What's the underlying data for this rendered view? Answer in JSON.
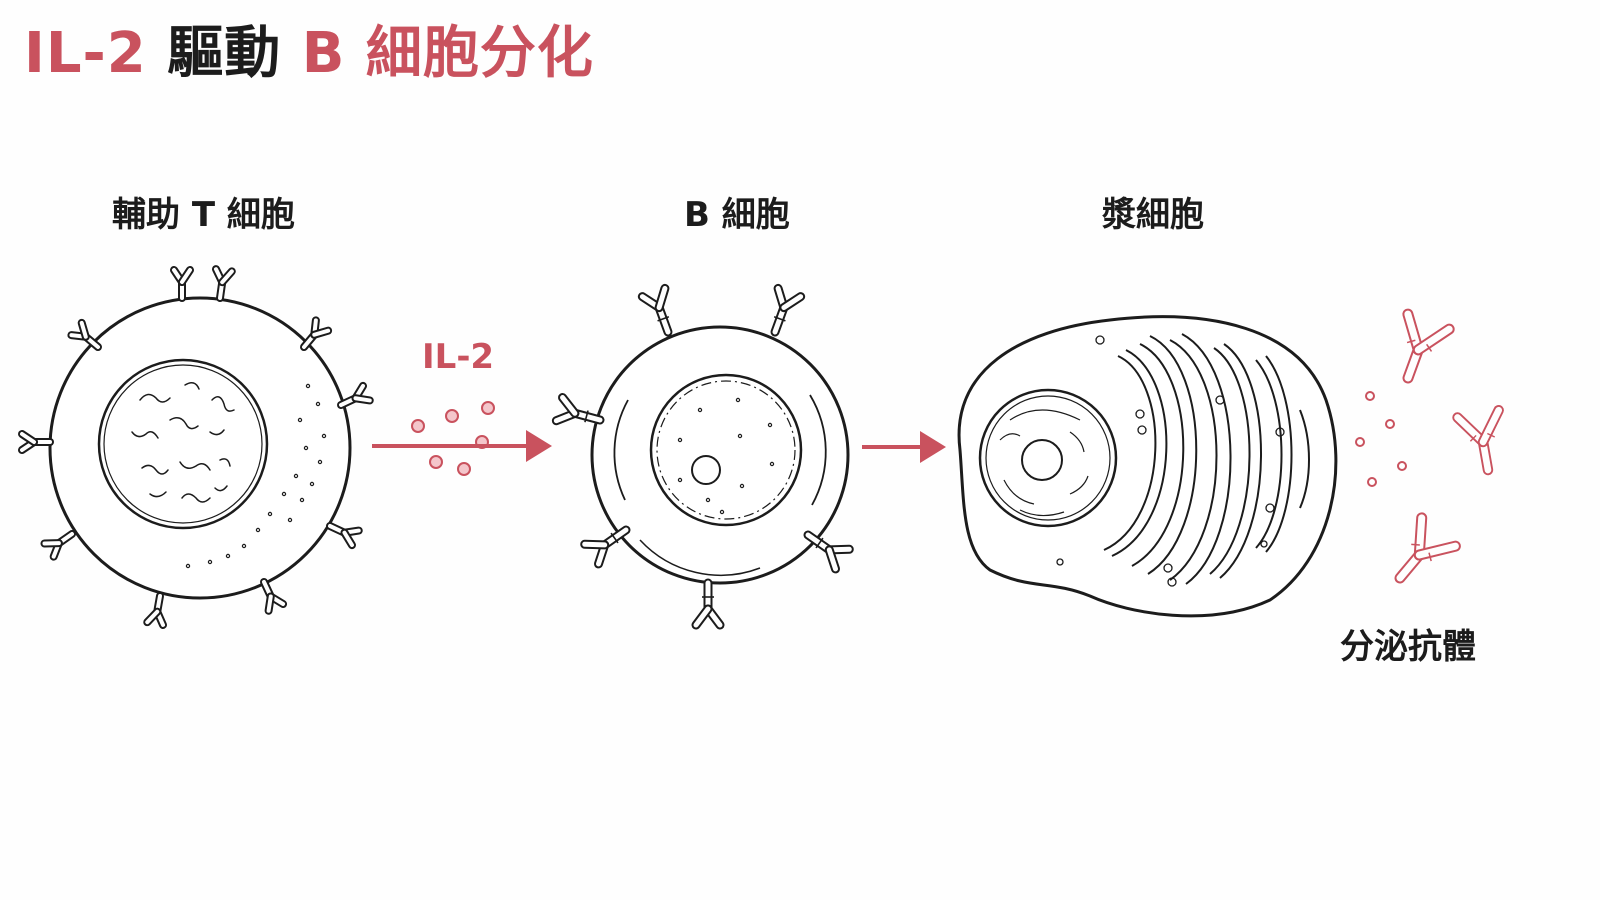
{
  "title": {
    "part1": "IL-2",
    "part2": "驅動",
    "part3": "B 細胞分化"
  },
  "labels": {
    "helper_t_cell": "輔助 T 細胞",
    "b_cell": "B 細胞",
    "plasma_cell": "漿細胞",
    "il2": "IL-2",
    "secrete_antibodies": "分泌抗體"
  },
  "colors": {
    "accent": "#c9525e",
    "ink": "#1c1c1c",
    "background": "#fefefe"
  }
}
